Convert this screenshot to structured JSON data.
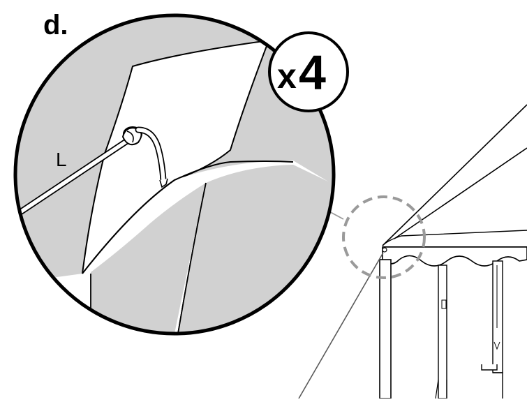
{
  "step": {
    "label": "d."
  },
  "badge": {
    "multiplier_x": "x",
    "multiplier_n": "4"
  },
  "callout": {
    "rope_label": "L"
  },
  "colors": {
    "tent_fabric": "#ffffff",
    "background_grey": "#d1d1d1",
    "outline": "#000000",
    "dashed_circle": "#9a9a9a",
    "leader_line": "#5a5a5a"
  },
  "icons": {
    "rope_knot": "knot-icon",
    "repeat_badge": "repeat-count-badge"
  }
}
